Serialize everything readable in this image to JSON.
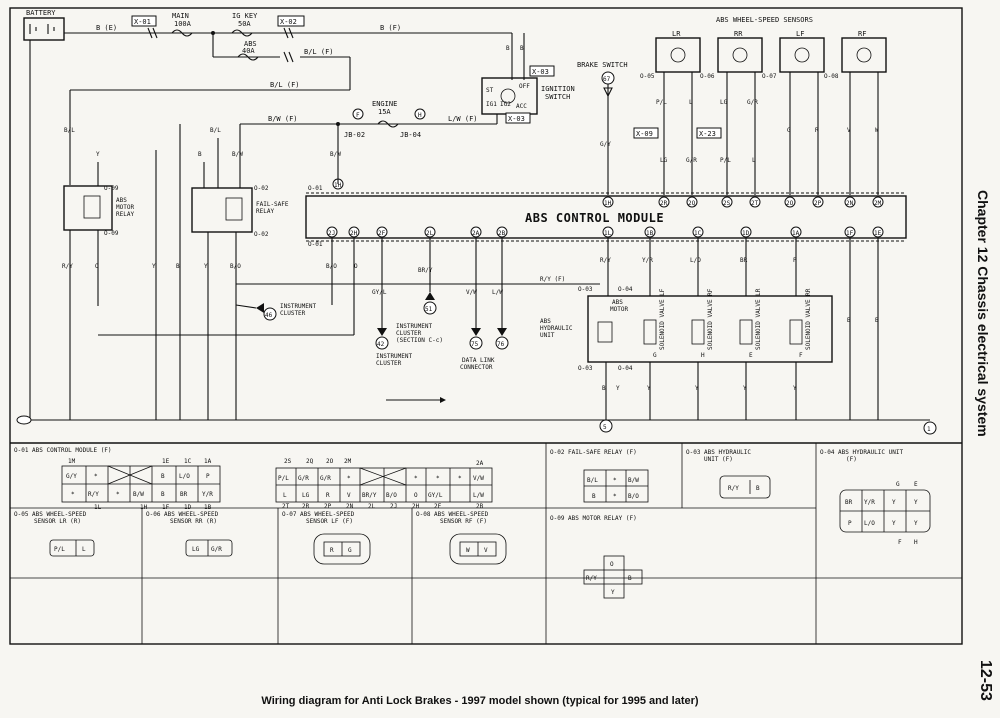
{
  "title_side": "Chapter 12  Chassis electrical system",
  "page_number": "12-53",
  "caption": "Wiring diagram for Anti Lock Brakes - 1997 model shown (typical for 1995 and later)",
  "labels": {
    "battery": "BATTERY",
    "x01": "X-01",
    "x02": "X-02",
    "x03a": "X-03",
    "x03b": "X-03",
    "x09": "X-09",
    "x23": "X-23",
    "main_fuse": "MAIN",
    "main_amp": "100A",
    "igkey_fuse": "IG KEY",
    "igkey_amp": "50A",
    "abs_fuse": "ABS",
    "abs_amp": "40A",
    "engine_fuse": "ENGINE",
    "engine_amp": "15A",
    "jb02": "JB-02",
    "jb04": "JB-04",
    "conn_f": "F",
    "conn_h": "H",
    "ignition_switch": "IGNITION",
    "ignition_switch2": "SWITCH",
    "ig_st": "ST",
    "ig_off": "OFF",
    "ig_acc": "ACC",
    "ig_ig1": "IG1",
    "ig_ig2": "IG2",
    "brake_switch": "BRAKE SWITCH",
    "wheel_sensors": "ABS WHEEL-SPEED SENSORS",
    "lr": "LR",
    "rr": "RR",
    "lf": "LF",
    "rf": "RF",
    "abs_control_module": "ABS CONTROL MODULE",
    "abs_motor_relay1": "ABS",
    "abs_motor_relay2": "MOTOR",
    "abs_motor_relay3": "RELAY",
    "fail_safe1": "FAIL-SAFE",
    "fail_safe2": "RELAY",
    "instrument_cluster": "INSTRUMENT",
    "instrument_cluster2": "CLUSTER",
    "instrument_cluster_b1": "INSTRUMENT",
    "instrument_cluster_b2": "CLUSTER",
    "instrument_cluster_sec1": "INSTRUMENT",
    "instrument_cluster_sec2": "CLUSTER",
    "instrument_cluster_sec3": "(SECTION C-c)",
    "data_link1": "DATA LINK",
    "data_link2": "CONNECTOR",
    "abs_hyd1": "ABS",
    "abs_hyd2": "HYDRAULIC",
    "abs_hyd3": "UNIT",
    "abs_motor_inner1": "ABS",
    "abs_motor_inner2": "MOTOR",
    "sol1": "SOLENOID VALVE LF",
    "sol2": "SOLENOID VALVE RF",
    "sol3": "SOLENOID VALVE LR",
    "sol4": "SOLENOID VALVE RR",
    "ref42": "42",
    "ref46": "46",
    "ref51": "51",
    "ref75": "75",
    "ref76": "76",
    "ref67": "67",
    "ref5": "5",
    "ref1": "1"
  },
  "wires": {
    "b_e": "B (E)",
    "b_f_top": "B (F)",
    "bl_f1": "B/L (F)",
    "bl_f2": "B/L (F)",
    "bw_f": "B/W (F)",
    "lw_f": "L/W (F)",
    "bl_f_left": "B/L",
    "y_f_left": "Y",
    "bl_f_fs": "B/L",
    "b_f_fs": "B",
    "bw_f_fs": "B/W",
    "bw_f_mod": "B/W",
    "b_f_ig1": "B",
    "b_f_ig2": "B",
    "gy_f": "G/Y",
    "pl_r": "P/L",
    "l_r": "L",
    "lg_fr": "LG",
    "gr_fr": "G/R",
    "g_f": "G",
    "r_f": "R",
    "v_f": "V",
    "w_f": "W",
    "lg_f": "LG",
    "gr_f": "G/R",
    "pl_f": "P/L",
    "l_f": "L",
    "ry_f_left": "R/Y",
    "o_f_left": "O",
    "y_f_a": "Y",
    "b_f_a": "B",
    "y_f_b": "Y",
    "bo_f": "B/O",
    "bo_f2": "B/O",
    "o_f2": "O",
    "gyl_f": "GY/L",
    "bry_f": "BR/Y",
    "vw_f": "V/W",
    "lw_f2": "L/W",
    "ry_f_mod": "R/Y",
    "yr_f": "Y/R",
    "lo_f": "L/O",
    "br_f": "BR",
    "p_f": "P",
    "b_f_r1": "B",
    "b_f_r2": "B",
    "ry_f_line": "R/Y (F)",
    "b_f_h1": "B",
    "y_f_h1": "Y",
    "y_f_h2": "Y",
    "y_f_h3": "Y",
    "y_f_h4": "Y",
    "y_f_h5": "Y"
  },
  "pins": {
    "p01a": "O-01",
    "p01b": "O-01",
    "p02a": "O-02",
    "p02b": "O-02",
    "p03a": "O-03",
    "p03b": "O-03",
    "p04a": "O-04",
    "p04b": "O-04",
    "p05": "O-05",
    "p06": "O-06",
    "p07": "O-07",
    "p08": "O-08",
    "p09a": "O-09",
    "p09b": "O-09",
    "m1h": "1H",
    "m2r": "2R",
    "m2q": "2Q",
    "m2s": "2S",
    "m2t": "2T",
    "m2o": "2O",
    "m2p": "2P",
    "m2n": "2N",
    "m2m": "2M",
    "m2j": "2J",
    "m2h": "2H",
    "m2f": "2F",
    "m2l": "2L",
    "m2a": "2A",
    "m2b": "2B",
    "m1l": "1L",
    "m1b": "1B",
    "m1c": "1C",
    "m1d": "1D",
    "m1a": "1A",
    "m1f": "1F",
    "m1e": "1E",
    "m1m": "1M"
  },
  "connectors": {
    "c01_title": "O-01 ABS CONTROL MODULE (F)",
    "c01_left": [
      "1M",
      "",
      "1E",
      "1C",
      "1A"
    ],
    "c01_r1": [
      "G/Y",
      "*",
      "",
      "B",
      "L/O",
      "P"
    ],
    "c01_r2": [
      "*",
      "R/Y",
      "*",
      "B/W",
      "B",
      "BR",
      "Y/R"
    ],
    "c01_bottom": [
      "1L",
      "1H",
      "1F",
      "1D",
      "1B"
    ],
    "c01_mid_top": [
      "2S",
      "2Q",
      "2O",
      "2M"
    ],
    "c01_mid_r1": [
      "P/L",
      "G/R",
      "G/R",
      "*",
      "",
      "*",
      "*",
      "*",
      "V/W"
    ],
    "c01_mid_r2": [
      "L",
      "LG",
      "R",
      "V",
      "BR/Y",
      "B/O",
      "O",
      "GY/L",
      "L/W"
    ],
    "c01_mid_bottom": [
      "2T",
      "2R",
      "2P",
      "2N",
      "2L",
      "2J",
      "2H",
      "2F",
      "2B"
    ],
    "c01_mid_2a": "2A",
    "c02_title": "O-02 FAIL-SAFE RELAY (F)",
    "c02_cells": [
      "B/L",
      "*",
      "B/W",
      "B",
      "*",
      "B/O"
    ],
    "c03_title": "O-03 ABS HYDRAULIC",
    "c03_title2": "UNIT (F)",
    "c03_cells": [
      "R/Y",
      "B"
    ],
    "c04_title": "O-04 ABS HYDRAULIC UNIT",
    "c04_title2": "(F)",
    "c04_r1": [
      "BR",
      "Y/R",
      "Y",
      "Y"
    ],
    "c04_r2": [
      "P",
      "L/O",
      "Y",
      "Y"
    ],
    "c04_e": "E",
    "c04_g": "G",
    "c04_f": "F",
    "c04_h": "H",
    "c05_title": "O-05 ABS WHEEL-SPEED",
    "c05_title2": "SENSOR LR (R)",
    "c05_cells": [
      "P/L",
      "L"
    ],
    "c06_title": "O-06 ABS WHEEL-SPEED",
    "c06_title2": "SENSOR RR (R)",
    "c06_cells": [
      "LG",
      "G/R"
    ],
    "c07_title": "O-07 ABS WHEEL-SPEED",
    "c07_title2": "SENSOR LF (F)",
    "c07_cells": [
      "R",
      "G"
    ],
    "c08_title": "O-08 ABS WHEEL-SPEED",
    "c08_title2": "SENSOR RF (F)",
    "c08_cells": [
      "W",
      "V"
    ],
    "c09_title": "O-09 ABS MOTOR RELAY (F)",
    "c09_cells": [
      "O",
      "R/Y",
      "B",
      "Y"
    ]
  }
}
